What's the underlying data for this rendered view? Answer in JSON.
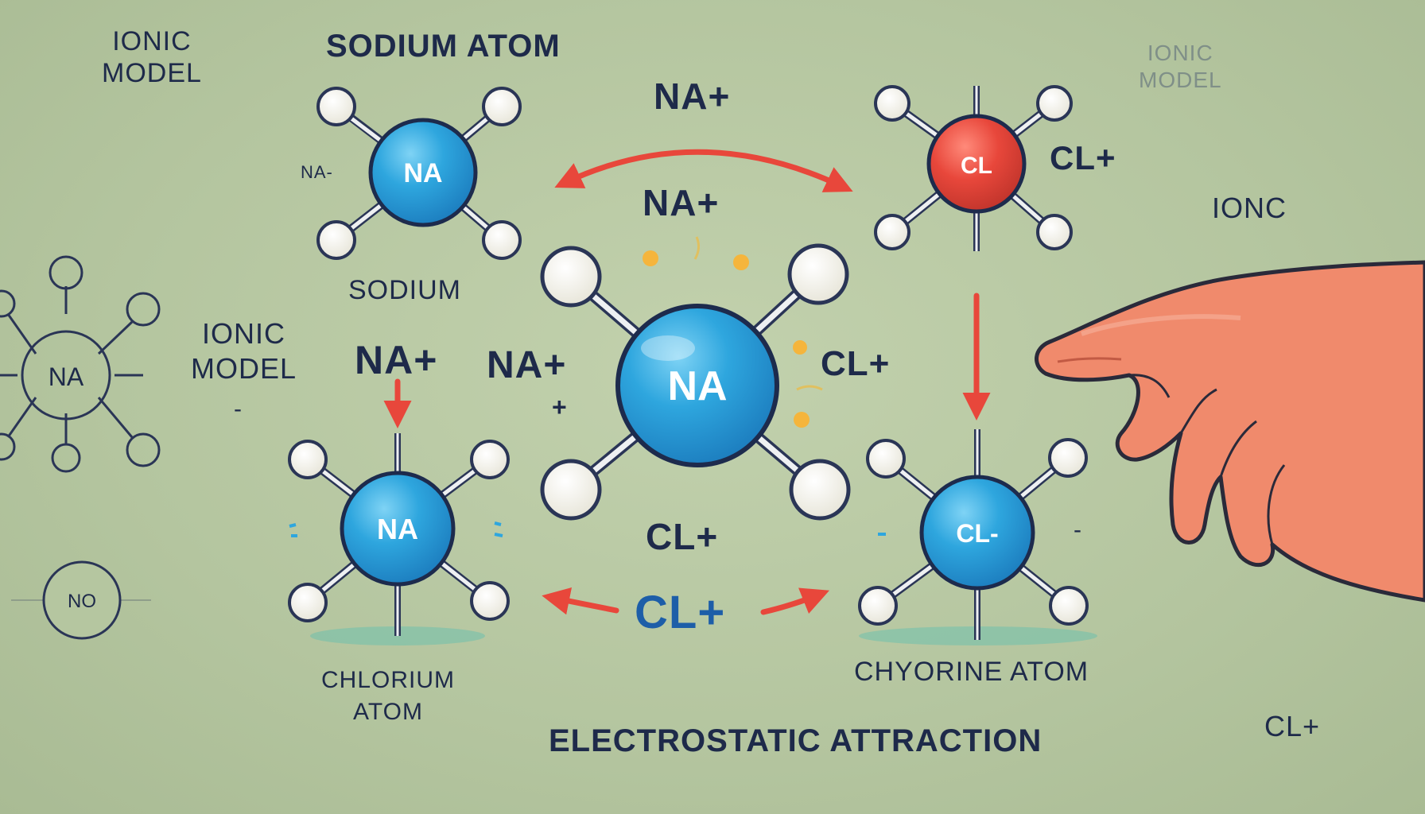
{
  "labels": {
    "ionic_model_tl_1": "IONIC",
    "ionic_model_tl_2": "MODEL",
    "sodium_atom_title": "SODIUM ATOM",
    "ionic_model_tr_1": "IONIC",
    "ionic_model_tr_2": "MODEL",
    "na_plus_top": "NA+",
    "na_plus_mid": "NA+",
    "na_minus_small": "NA-",
    "cl_plus_topright": "CL+",
    "ionc": "IONC",
    "sodium": "SODIUM",
    "ionic_model_left_1": "IONIC",
    "ionic_model_left_2": "MODEL",
    "na_plus_left": "NA+",
    "na_plus_left2": "NA+",
    "plus_small": "+",
    "cl_plus_right_center": "CL+",
    "cl_plus_bottom": "CL+",
    "cl_plus_blue": "CL+",
    "chlorium_1": "CHLORIUM",
    "chlorium_2": "ATOM",
    "chyorine_atom": "CHYORINE ATOM",
    "electrostatic": "ELECTROSTATIC ATTRACTION",
    "cl_plus_br": "CL+",
    "dash_small": "-"
  },
  "atoms": {
    "na_top": "NA",
    "cl_top": "CL",
    "na_center": "NA",
    "na_bottom": "NA",
    "cl_bottom": "CL-",
    "na_outline": "NA",
    "no_circle": "NO"
  },
  "colors": {
    "background": "#b5c6a0",
    "atom_blue": "#2ea6de",
    "atom_red": "#e8473b",
    "arrow_red": "#e8473b",
    "ink": "#1e2a4a",
    "hand_skin": "#f08a6c"
  },
  "icons": [
    "hand-illustration"
  ]
}
